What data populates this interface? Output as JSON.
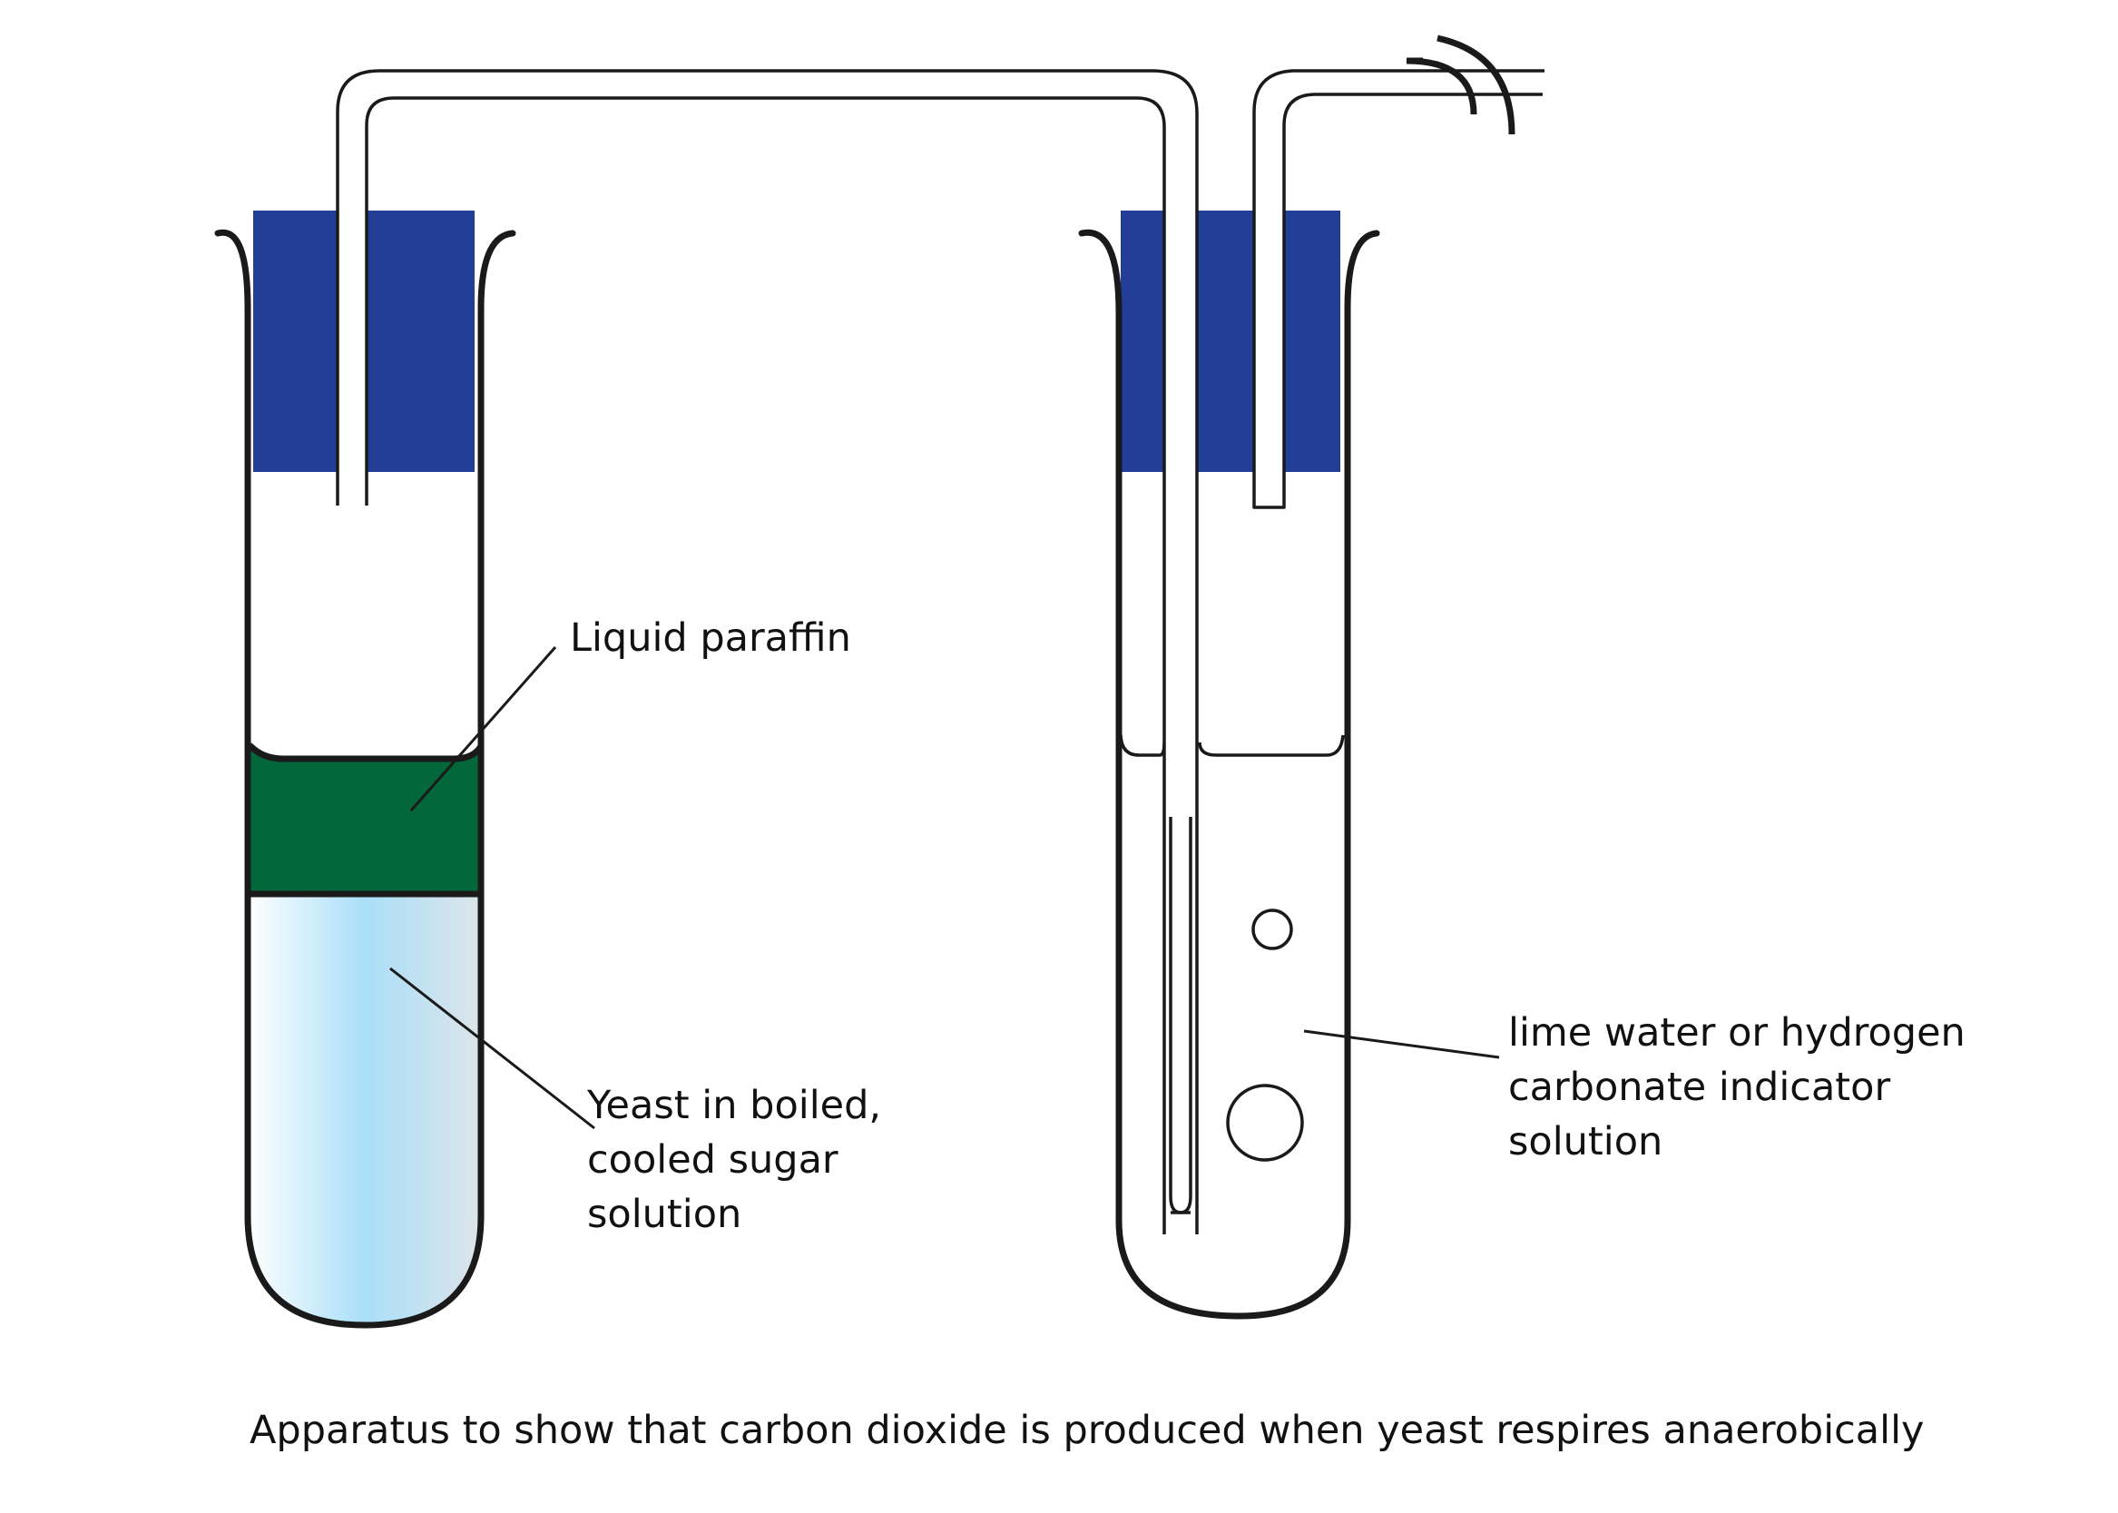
{
  "labels": {
    "liquid_paraffin": "Liquid paraffin",
    "yeast": [
      "Yeast in boiled,",
      "cooled sugar",
      "solution"
    ],
    "indicator": [
      "lime water or hydrogen",
      "carbonate indicator",
      "solution"
    ]
  },
  "caption": "Apparatus to show that carbon dioxide is produced when yeast respires anaerobically",
  "colors": {
    "stopper": "#233e96",
    "paraffin": "#02673a",
    "solution_light": "#ffffff",
    "solution_mid": "#a9dff8",
    "solution_edge": "#dde4ea",
    "outline": "#1a1a1a"
  }
}
